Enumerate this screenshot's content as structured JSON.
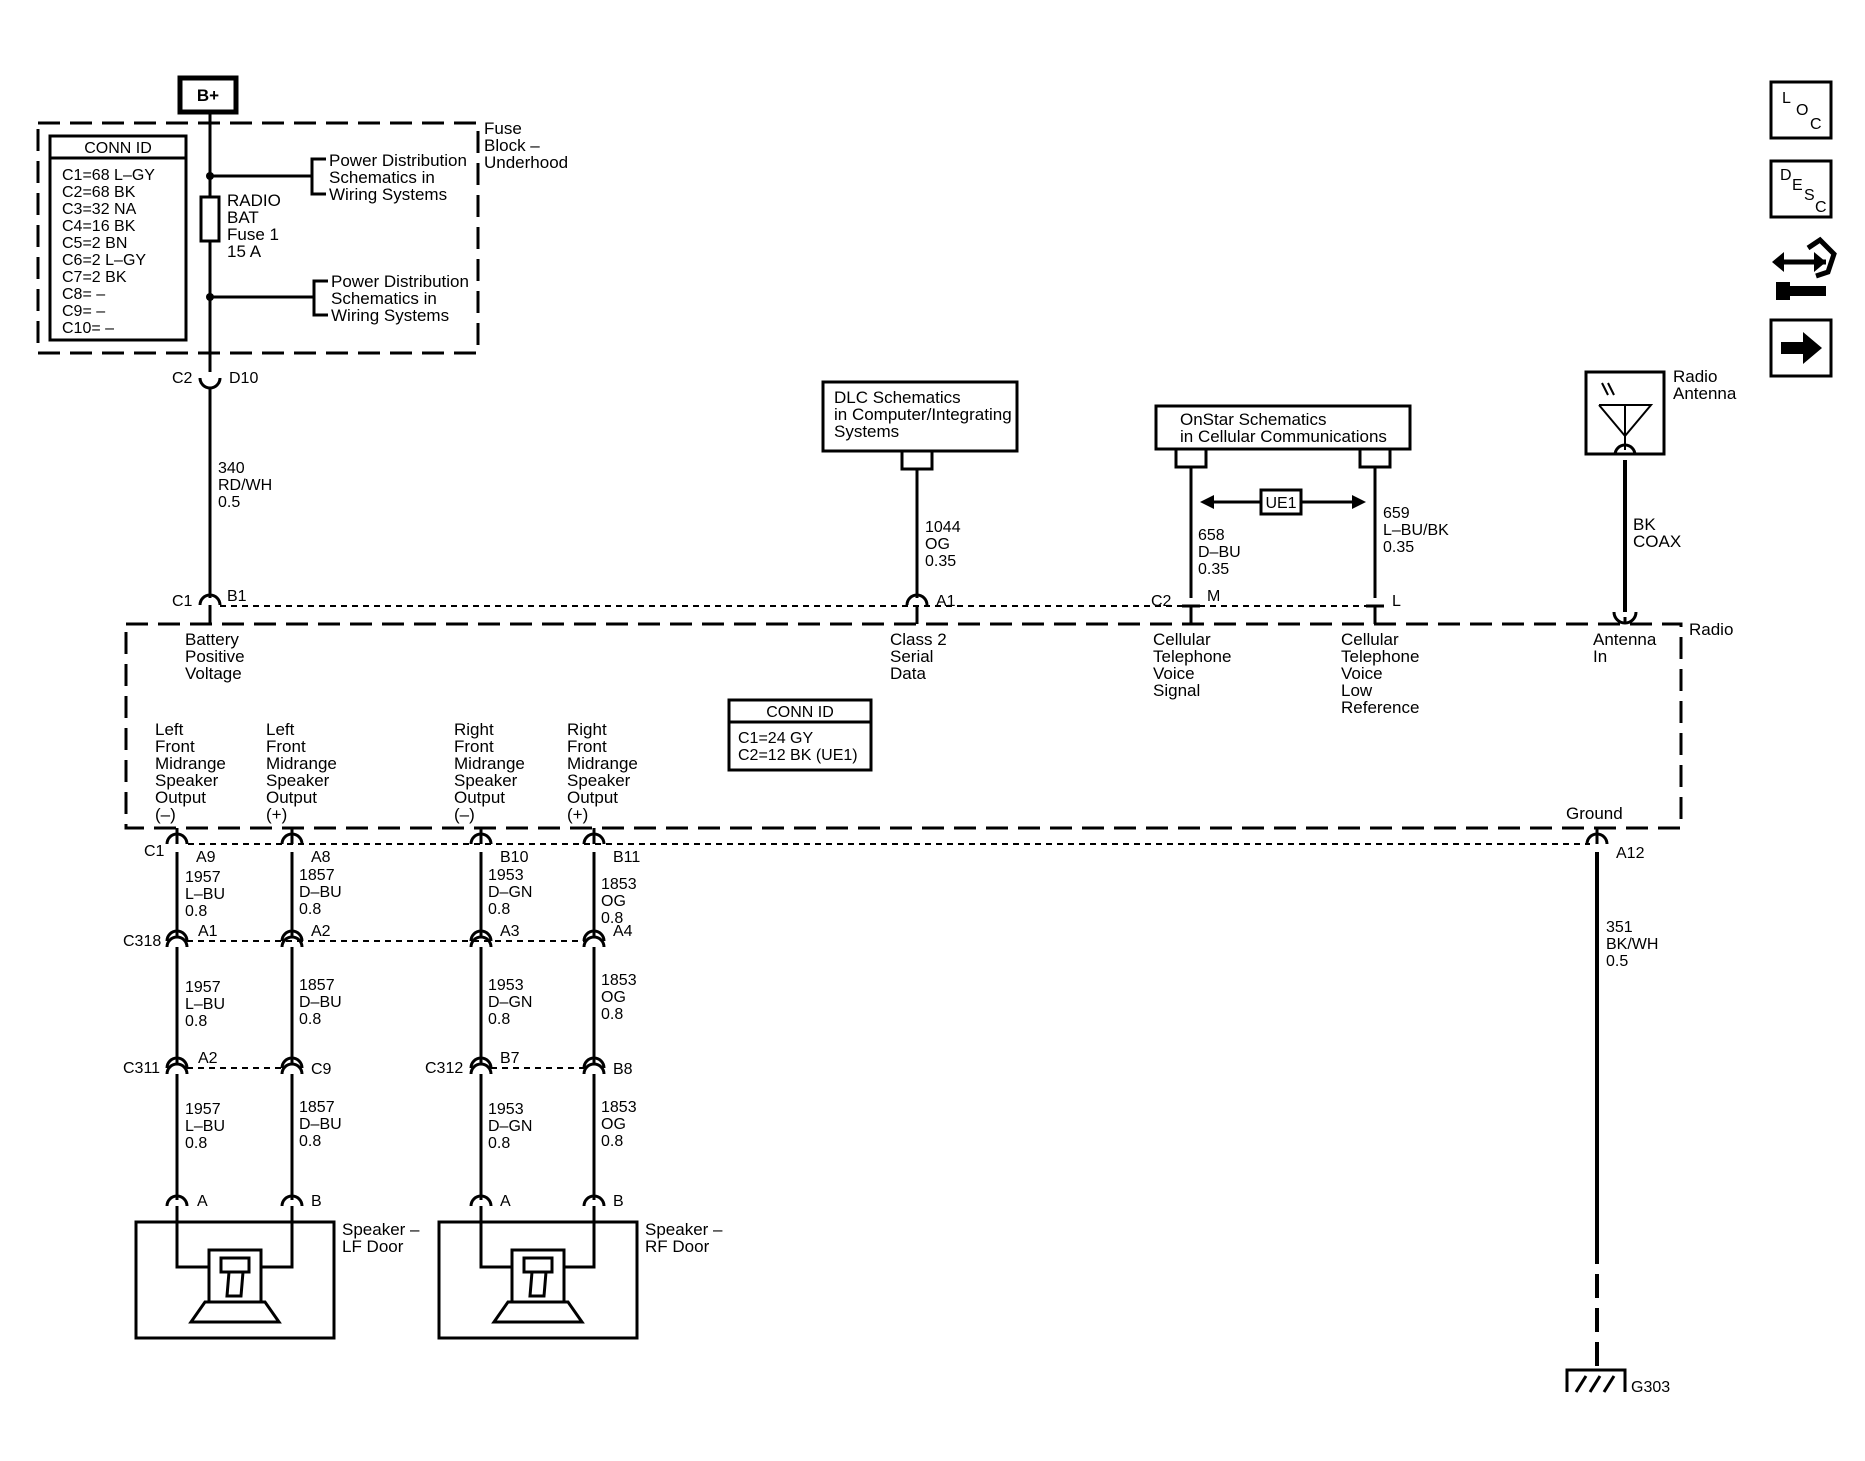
{
  "power": {
    "source": "B+",
    "fuse_block": [
      "Fuse",
      "Block –",
      "Underhood"
    ],
    "fuse": [
      "RADIO",
      "BAT",
      "Fuse 1",
      "15 A"
    ],
    "pd_ref_1": [
      "Power Distribution",
      "Schematics in",
      "Wiring Systems"
    ],
    "pd_ref_2": [
      "Power Distribution",
      "Schematics in",
      "Wiring Systems"
    ]
  },
  "fuse_conn": {
    "title": "CONN ID",
    "rows": [
      "C1=68 L–GY",
      "C2=68 BK",
      "C3=32 NA",
      "C4=16 BK",
      "C5=2 BN",
      "C6=2 L–GY",
      "C7=2 BK",
      "C8= –",
      "C9= –",
      "C10= –"
    ]
  },
  "radio_conn": {
    "title": "CONN ID",
    "rows": [
      "C1=24 GY",
      "C2=12 BK (UE1)"
    ]
  },
  "radio": {
    "label": "Radio",
    "pins_top": [
      {
        "conn": "C1",
        "pin": "B1",
        "label": [
          "Battery",
          "Positive",
          "Voltage"
        ]
      },
      {
        "conn": "",
        "pin": "A1",
        "label": [
          "Class 2",
          "Serial",
          "Data"
        ]
      },
      {
        "conn": "C2",
        "pin": "M",
        "label": [
          "Cellular",
          "Telephone",
          "Voice",
          "Signal"
        ]
      },
      {
        "conn": "",
        "pin": "L",
        "label": [
          "Cellular",
          "Telephone",
          "Voice",
          "Low",
          "Reference"
        ]
      },
      {
        "conn": "",
        "pin": "",
        "label": [
          "Antenna",
          "In"
        ]
      }
    ],
    "pins_bottom": [
      {
        "conn": "C1",
        "pin": "A9",
        "label": [
          "Left",
          "Front",
          "Midrange",
          "Speaker",
          "Output",
          "(–)"
        ]
      },
      {
        "conn": "",
        "pin": "A8",
        "label": [
          "Left",
          "Front",
          "Midrange",
          "Speaker",
          "Output",
          "(+)"
        ]
      },
      {
        "conn": "",
        "pin": "B10",
        "label": [
          "Right",
          "Front",
          "Midrange",
          "Speaker",
          "Output",
          "(–)"
        ]
      },
      {
        "conn": "",
        "pin": "B11",
        "label": [
          "Right",
          "Front",
          "Midrange",
          "Speaker",
          "Output",
          "(+)"
        ]
      },
      {
        "conn": "",
        "pin": "A12",
        "label": [
          "Ground"
        ]
      }
    ]
  },
  "c2_d10": {
    "conn": "C2",
    "pin": "D10"
  },
  "wires": {
    "battery": [
      "340",
      "RD/WH",
      "0.5"
    ],
    "class2": [
      "1044",
      "OG",
      "0.35"
    ],
    "voice_sig": [
      "658",
      "D–BU",
      "0.35"
    ],
    "voice_low": [
      "659",
      "L–BU/BK",
      "0.35"
    ],
    "antenna": [
      "BK",
      "COAX"
    ],
    "ground": [
      "351",
      "BK/WH",
      "0.5"
    ],
    "lf_neg": [
      "1957",
      "L–BU",
      "0.8"
    ],
    "lf_pos": [
      "1857",
      "D–BU",
      "0.8"
    ],
    "rf_neg": [
      "1953",
      "D–GN",
      "0.8"
    ],
    "rf_pos": [
      "1853",
      "OG",
      "0.8"
    ]
  },
  "dlc_ref": [
    "DLC Schematics",
    "in Computer/Integrating",
    "Systems"
  ],
  "onstar_ref": [
    "OnStar Schematics",
    "in Cellular Communications"
  ],
  "ue1": "UE1",
  "antenna_comp": [
    "Radio",
    "Antenna"
  ],
  "c318": {
    "conn": "C318",
    "pins": [
      "A1",
      "A2",
      "A3",
      "A4"
    ]
  },
  "c311": {
    "conn": "C311",
    "pins": [
      "A2",
      "C9"
    ]
  },
  "c312": {
    "conn": "C312",
    "pins": [
      "B7",
      "B8"
    ]
  },
  "speaker_lf": {
    "label": [
      "Speaker –",
      "LF Door"
    ],
    "pins": [
      "A",
      "B"
    ]
  },
  "speaker_rf": {
    "label": [
      "Speaker –",
      "RF Door"
    ],
    "pins": [
      "A",
      "B"
    ]
  },
  "ground_label": "G303",
  "nav": [
    {
      "name": "loc-button",
      "chars": [
        "L",
        "O",
        "C"
      ]
    },
    {
      "name": "desc-button",
      "chars": [
        "D",
        "E",
        "S",
        "C"
      ]
    },
    {
      "name": "connector-tool-icon"
    },
    {
      "name": "next-arrow-icon"
    }
  ]
}
